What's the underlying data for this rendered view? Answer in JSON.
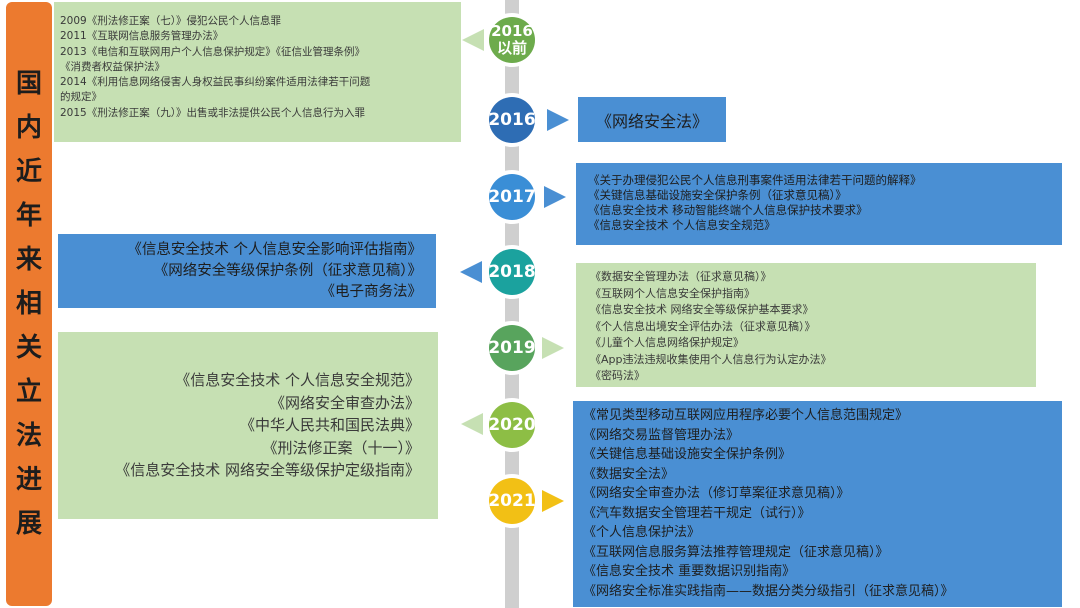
{
  "sidebar": {
    "title_chars": [
      "国",
      "内",
      "近",
      "年",
      "来",
      "相",
      "关",
      "立",
      "法",
      "进",
      "展"
    ]
  },
  "colors": {
    "orange": "#EC7A2F",
    "green_box": "#C6E0B3",
    "blue_box": "#4A8FD3",
    "node_pre2016": "#6DAB4C",
    "node_2016": "#2E6DB4",
    "node_2017": "#3A8ED6",
    "node_2018": "#1BA29E",
    "node_2019": "#58A45D",
    "node_2020": "#8DBE45",
    "node_2021": "#F2C015"
  },
  "nodes": [
    {
      "label_lines": [
        "2016",
        "以前"
      ]
    },
    {
      "label_lines": [
        "2016"
      ]
    },
    {
      "label_lines": [
        "2017"
      ]
    },
    {
      "label_lines": [
        "2018"
      ]
    },
    {
      "label_lines": [
        "2019"
      ]
    },
    {
      "label_lines": [
        "2020"
      ]
    },
    {
      "label_lines": [
        "2021"
      ]
    }
  ],
  "boxes": {
    "pre2016": [
      "2009《刑法修正案（七）》侵犯公民个人信息罪",
      "2011《互联网信息服务管理办法》",
      "2013《电信和互联网用户个人信息保护规定》《征信业管理条例》",
      "《消费者权益保护法》",
      "2014《利用信息网络侵害人身权益民事纠纷案件适用法律若干问题",
      "的规定》",
      "2015《刑法修正案（九）》出售或非法提供公民个人信息行为入罪"
    ],
    "y2016": [
      "《网络安全法》"
    ],
    "y2017": [
      "《关于办理侵犯公民个人信息刑事案件适用法律若干问题的解释》",
      "《关键信息基础设施安全保护条例（征求意见稿）》",
      "《信息安全技术  移动智能终端个人信息保护技术要求》",
      "《信息安全技术 个人信息安全规范》"
    ],
    "y2018": [
      "《信息安全技术  个人信息安全影响评估指南》",
      "《网络安全等级保护条例（征求意见稿）》",
      "《电子商务法》"
    ],
    "y2019": [
      "《数据安全管理办法（征求意见稿）》",
      "《互联网个人信息安全保护指南》",
      "《信息安全技术  网络安全等级保护基本要求》",
      "《个人信息出境安全评估办法（征求意见稿）》",
      "《儿童个人信息网络保护规定》",
      "《App违法违规收集使用个人信息行为认定办法》",
      "《密码法》"
    ],
    "y2020": [
      "《信息安全技术  个人信息安全规范》",
      "《网络安全审查办法》",
      "《中华人民共和国民法典》",
      "《刑法修正案（十一）》",
      "《信息安全技术 网络安全等级保护定级指南》"
    ],
    "y2021": [
      "《常见类型移动互联网应用程序必要个人信息范围规定》",
      "《网络交易监督管理办法》",
      "《关键信息基础设施安全保护条例》",
      "《数据安全法》",
      "《网络安全审查办法（修订草案征求意见稿）》",
      "《汽车数据安全管理若干规定（试行）》",
      "《个人信息保护法》",
      "《互联网信息服务算法推荐管理规定（征求意见稿）》",
      "《信息安全技术  重要数据识别指南》",
      "《网络安全标准实践指南——数据分类分级指引（征求意见稿）》"
    ]
  }
}
